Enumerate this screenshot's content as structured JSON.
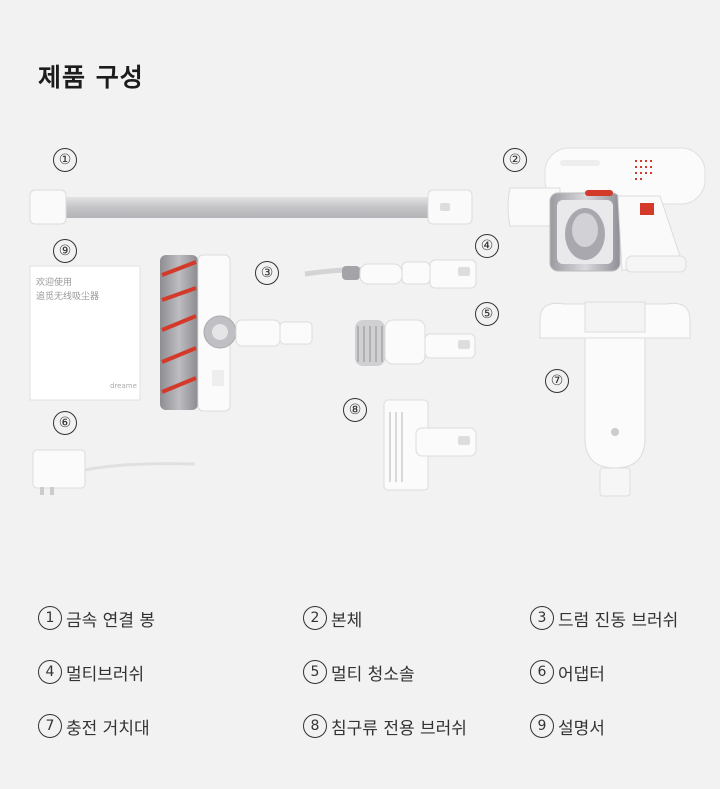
{
  "page": {
    "title": "제품 구성"
  },
  "callouts": [
    {
      "num": "①"
    },
    {
      "num": "②"
    },
    {
      "num": "③"
    },
    {
      "num": "④"
    },
    {
      "num": "⑤"
    },
    {
      "num": "⑥"
    },
    {
      "num": "⑦"
    },
    {
      "num": "⑧"
    },
    {
      "num": "⑨"
    }
  ],
  "manual": {
    "line1": "欢迎使用",
    "line2": "追觅无线吸尘器",
    "brand": "dreame"
  },
  "legend": [
    {
      "num": "1",
      "label": "금속 연결 봉"
    },
    {
      "num": "2",
      "label": "본체"
    },
    {
      "num": "3",
      "label": "드럼 진동 브러쉬"
    },
    {
      "num": "4",
      "label": "멀티브러쉬"
    },
    {
      "num": "5",
      "label": "멀티 청소솔"
    },
    {
      "num": "6",
      "label": "어댑터"
    },
    {
      "num": "7",
      "label": "충전 거치대"
    },
    {
      "num": "8",
      "label": "침구류 전용 브러쉬"
    },
    {
      "num": "9",
      "label": "설명서"
    }
  ],
  "colors": {
    "background": "#f2f2f2",
    "accent_red": "#d33a2a",
    "metal": "#c9c9cb",
    "white_part": "#fafafa"
  }
}
